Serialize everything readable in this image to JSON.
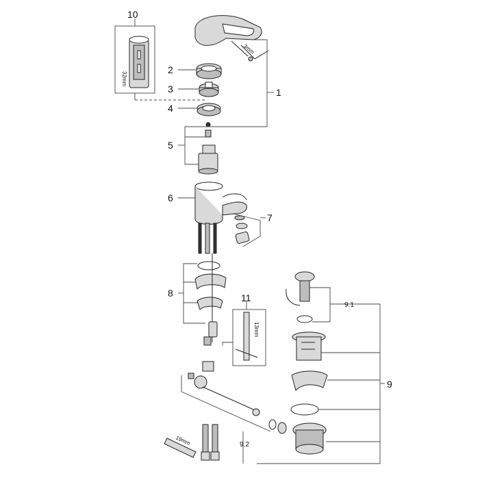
{
  "callouts": {
    "c1": "1",
    "c2": "2",
    "c3": "3",
    "c4": "4",
    "c5": "5",
    "c6": "6",
    "c7": "7",
    "c8": "8",
    "c9": "9",
    "c9_1": "9.1",
    "c9_2": "9.2",
    "c10": "10",
    "c11": "11"
  },
  "dimensions": {
    "d3mm": "3mm",
    "d32mm": "32mm",
    "d13mm": "13mm",
    "d19mm": "19mm"
  }
}
